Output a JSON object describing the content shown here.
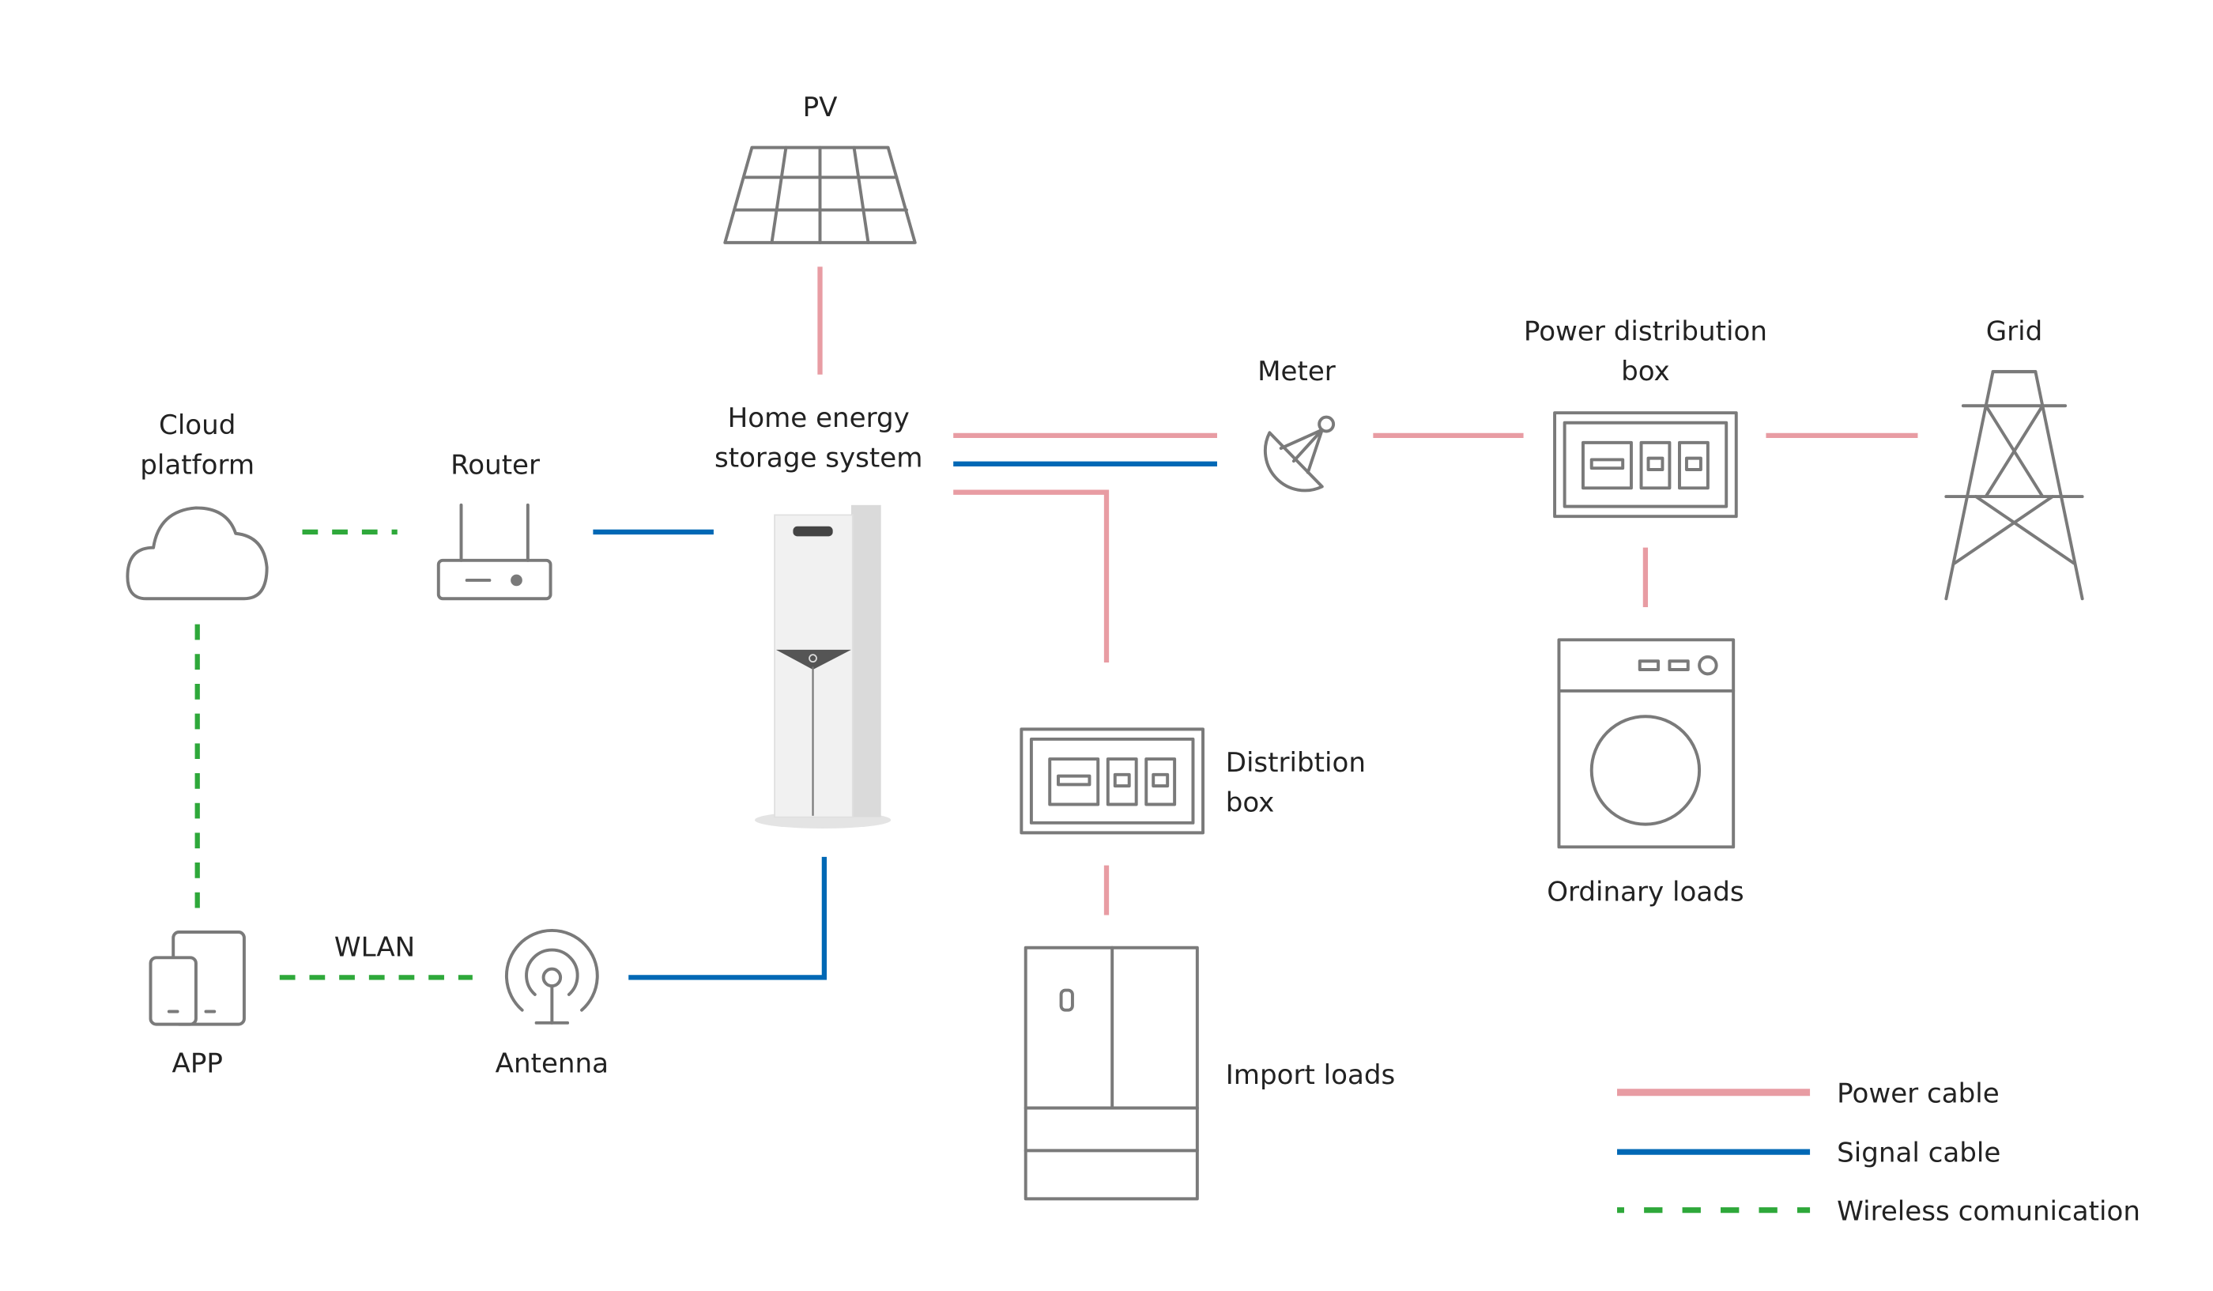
{
  "nodes": {
    "pv": "PV",
    "cloud_line1": "Cloud",
    "cloud_line2": "platform",
    "router": "Router",
    "hess_line1": "Home energy",
    "hess_line2": "storage system",
    "meter": "Meter",
    "pdb_line1": "Power distribution",
    "pdb_line2": "box",
    "grid": "Grid",
    "dist_line1": "Distribtion",
    "dist_line2": "box",
    "ordinary_loads": "Ordinary loads",
    "import_loads": "Import loads",
    "app": "APP",
    "wlan": "WLAN",
    "antenna": "Antenna"
  },
  "legend": [
    {
      "label": "Power cable",
      "color": "#e89ca3",
      "style": "solid"
    },
    {
      "label": "Signal cable",
      "color": "#0068b5",
      "style": "solid"
    },
    {
      "label": "Wireless comunication",
      "color": "#2ea83a",
      "style": "dashed"
    }
  ]
}
